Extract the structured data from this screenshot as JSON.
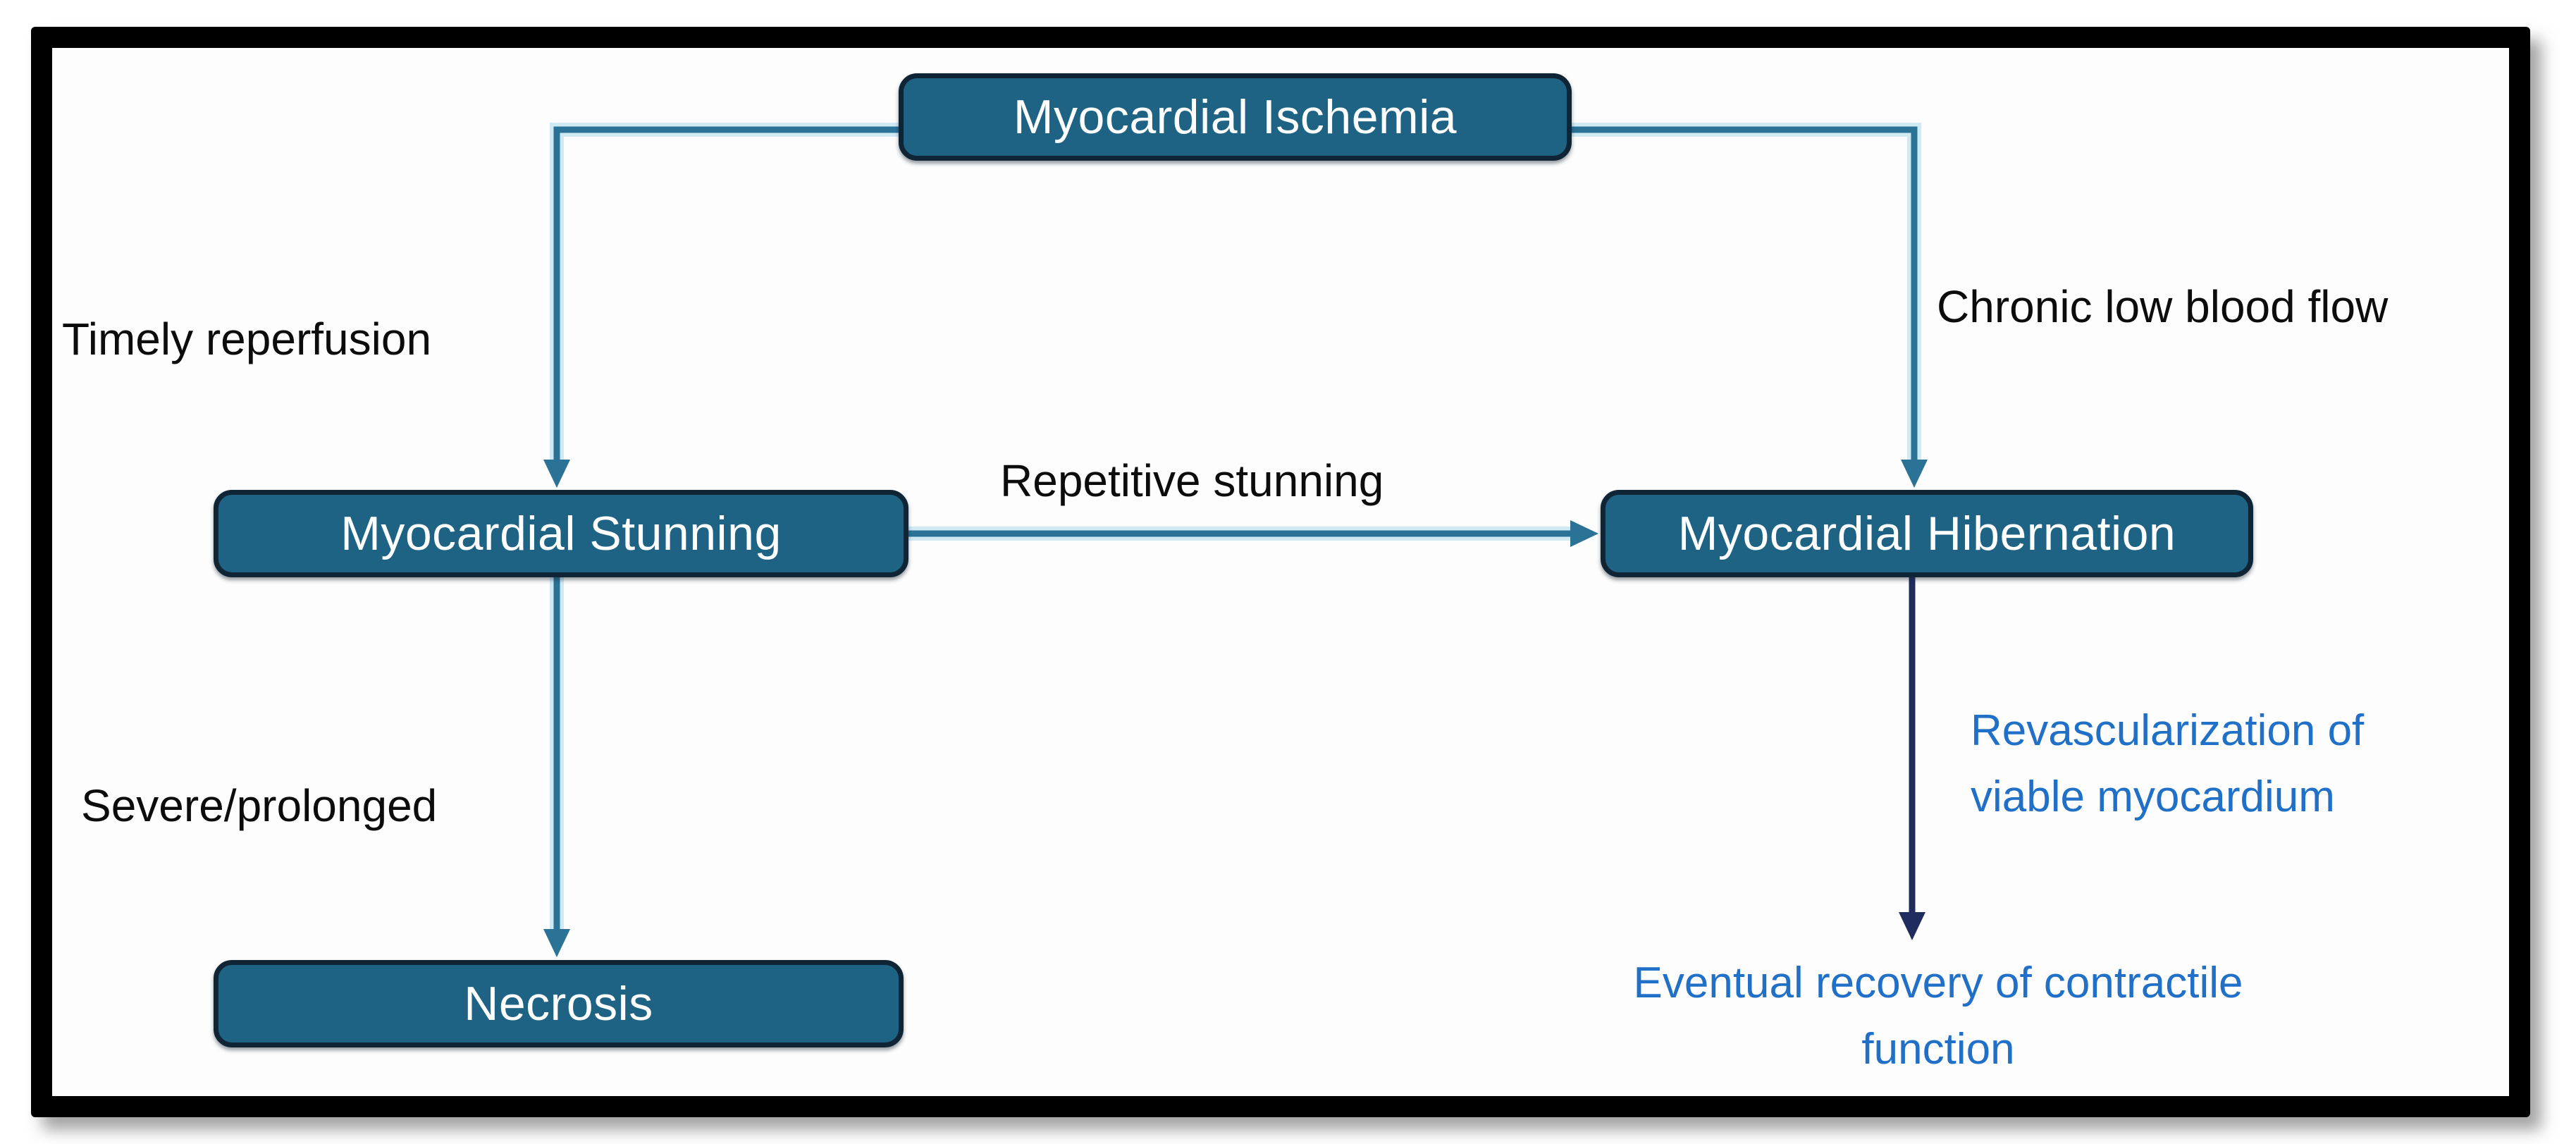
{
  "diagram": {
    "background": "#ffffff",
    "frame_color": "#000000",
    "colors": {
      "node_fill": "#1e6384",
      "node_border": "#0f2435",
      "node_text": "#ffffff",
      "connector_teal": "#2a7396",
      "connector_navy": "#202c5e",
      "edge_label_black": "#0c0c0c",
      "outcome_label_blue": "#1f70c6"
    },
    "nodes": {
      "ischemia": {
        "label": "Myocardial Ischemia"
      },
      "stunning": {
        "label": "Myocardial Stunning"
      },
      "hibernation": {
        "label": "Myocardial Hibernation"
      },
      "necrosis": {
        "label": "Necrosis"
      }
    },
    "edges": {
      "ischemia_to_stunning": {
        "from": "ischemia",
        "to": "stunning",
        "label": "Timely reperfusion"
      },
      "ischemia_to_hibernation": {
        "from": "ischemia",
        "to": "hibernation",
        "label": "Chronic low blood flow"
      },
      "stunning_to_hibernation": {
        "from": "stunning",
        "to": "hibernation",
        "label": "Repetitive stunning"
      },
      "stunning_to_necrosis": {
        "from": "stunning",
        "to": "necrosis",
        "label": "Severe/prolonged"
      },
      "hibernation_to_recovery": {
        "from": "hibernation",
        "to": "recovery_outcome",
        "label": "Revascularization of viable myocardium",
        "label_lines": [
          "Revascularization of",
          "viable myocardium"
        ]
      }
    },
    "outcomes": {
      "recovery": {
        "label": "Eventual recovery of contractile function",
        "label_lines": [
          "Eventual recovery of contractile",
          "function"
        ]
      }
    }
  }
}
